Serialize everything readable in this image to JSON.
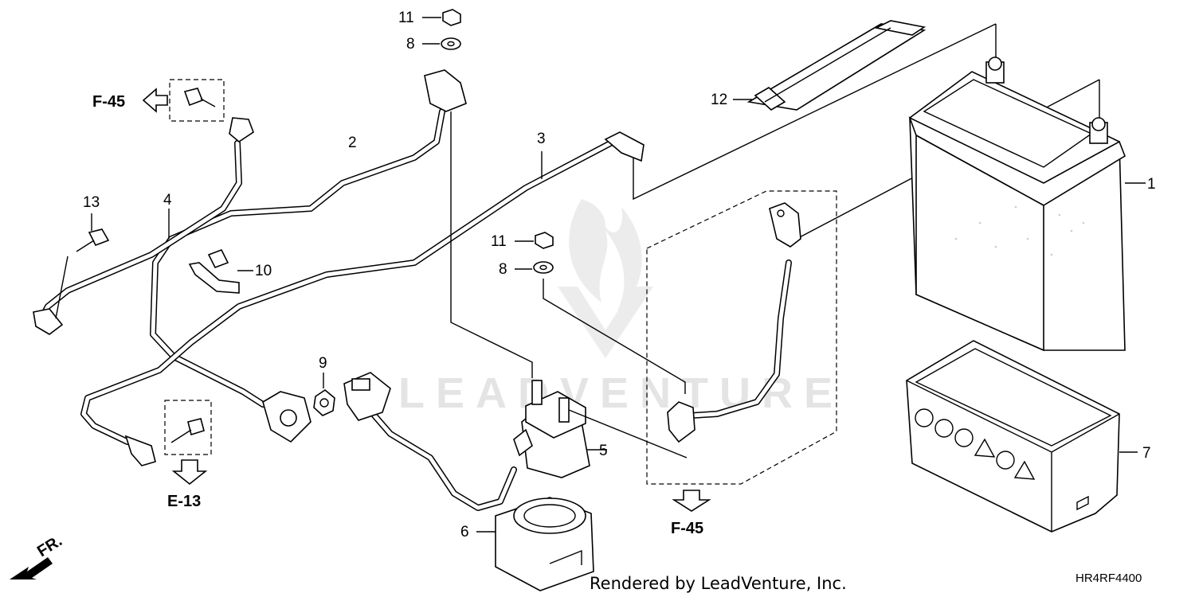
{
  "callouts": {
    "c1": "1",
    "c2": "2",
    "c3": "3",
    "c4": "4",
    "c5": "5",
    "c6": "6",
    "c7": "7",
    "c8a": "8",
    "c8b": "8",
    "c9": "9",
    "c10": "10",
    "c11a": "11",
    "c11b": "11",
    "c12": "12",
    "c13": "13"
  },
  "refs": {
    "f45_left": "F-45",
    "f45_bottom": "F-45",
    "e13": "E-13"
  },
  "direction": {
    "front": "FR."
  },
  "watermark": "LEADVENTURE",
  "footer": {
    "rendered_by": "Rendered by LeadVenture, Inc.",
    "diagram_code": "HR4RF4400"
  }
}
